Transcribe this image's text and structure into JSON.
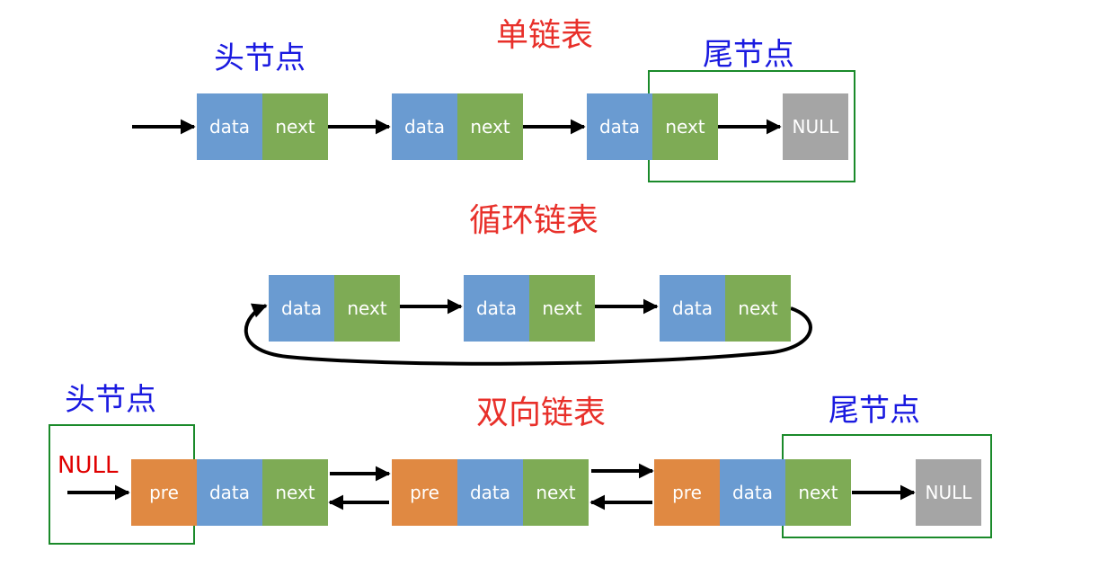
{
  "singly": {
    "title": "单链表",
    "head_label": "头节点",
    "tail_label": "尾节点",
    "nodes": [
      {
        "data": "data",
        "next": "next"
      },
      {
        "data": "data",
        "next": "next"
      },
      {
        "data": "data",
        "next": "next"
      }
    ],
    "null_label": "NULL"
  },
  "circular": {
    "title": "循环链表",
    "nodes": [
      {
        "data": "data",
        "next": "next"
      },
      {
        "data": "data",
        "next": "next"
      },
      {
        "data": "data",
        "next": "next"
      }
    ]
  },
  "doubly": {
    "title": "双向链表",
    "head_label": "头节点",
    "tail_label": "尾节点",
    "head_null": "NULL",
    "nodes": [
      {
        "pre": "pre",
        "data": "data",
        "next": "next"
      },
      {
        "pre": "pre",
        "data": "data",
        "next": "next"
      },
      {
        "pre": "pre",
        "data": "data",
        "next": "next"
      }
    ],
    "null_label": "NULL"
  },
  "colors": {
    "data": "#6a9bd1",
    "next": "#7eab55",
    "pre": "#e08942",
    "null": "#a5a5a5",
    "title": "#e8302a",
    "label": "#1a1ae0",
    "null_text": "#e00000",
    "frame": "#1a8a2a"
  }
}
